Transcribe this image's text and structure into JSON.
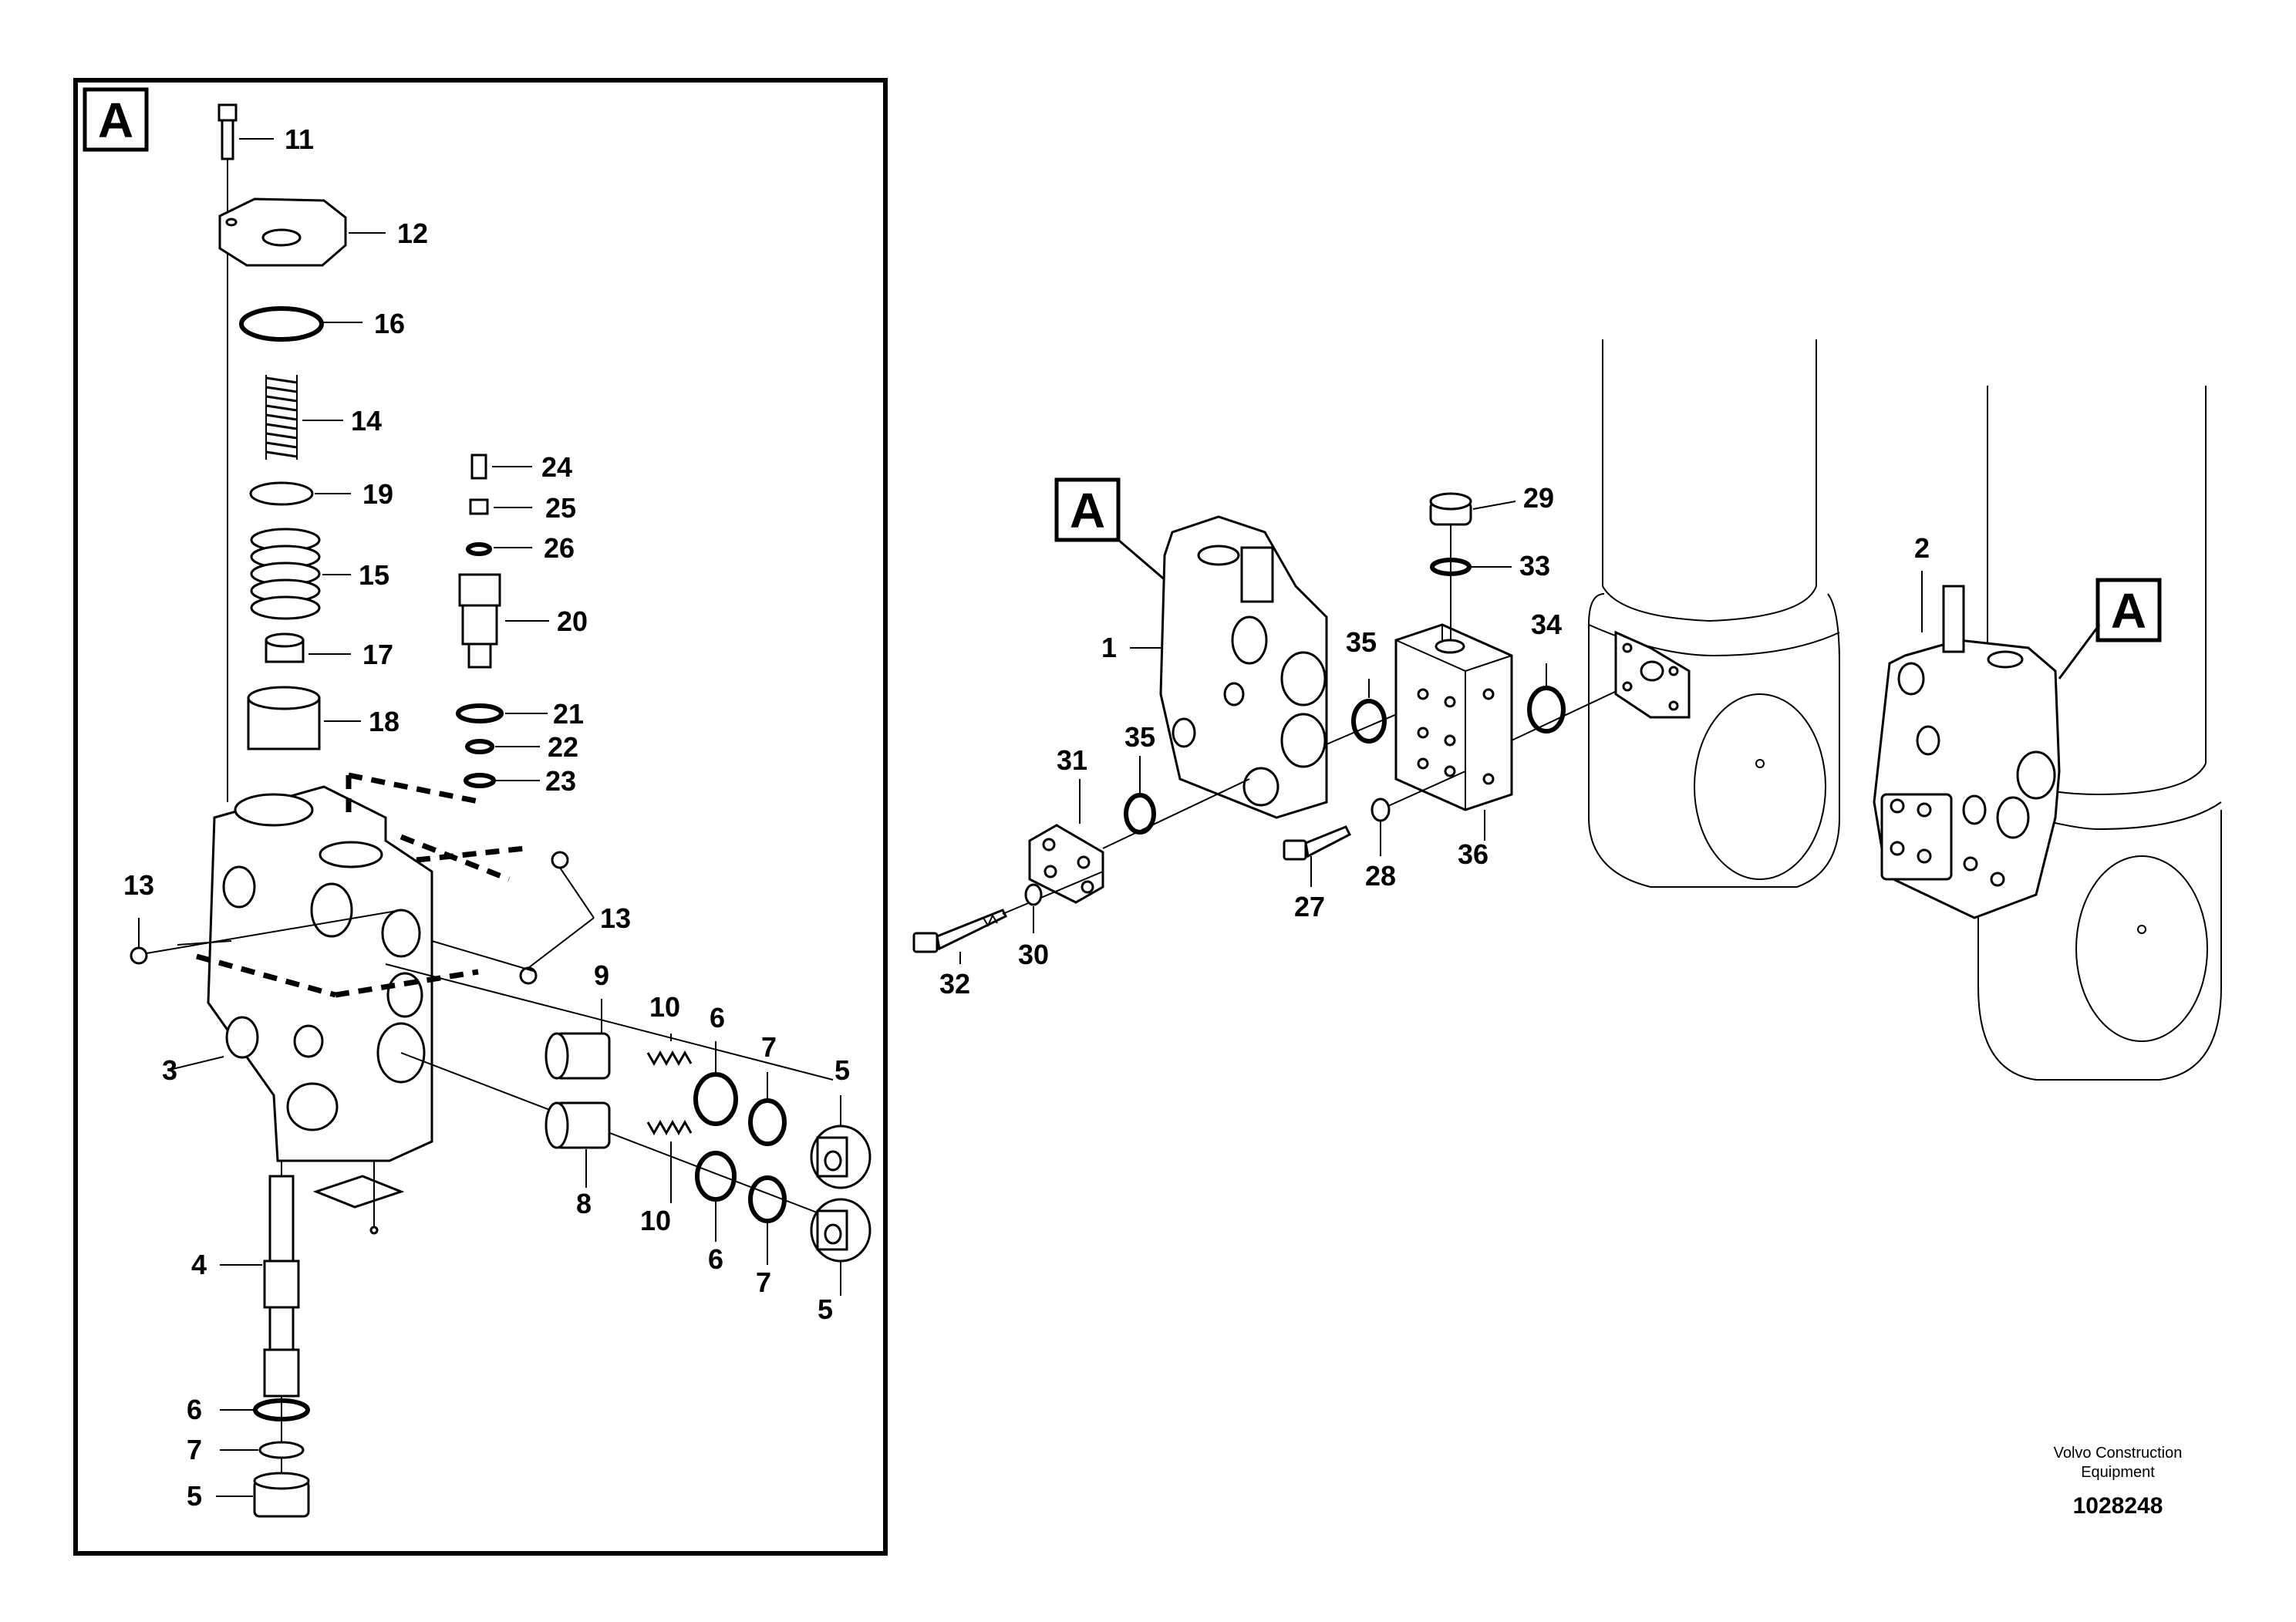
{
  "detail_tag": "A",
  "callouts": {
    "c1": "1",
    "c2": "2",
    "c3": "3",
    "c4": "4",
    "c5a": "5",
    "c5b": "5",
    "c5c": "5",
    "c6a": "6",
    "c6b": "6",
    "c6c": "6",
    "c7a": "7",
    "c7b": "7",
    "c7c": "7",
    "c8": "8",
    "c9": "9",
    "c10a": "10",
    "c10b": "10",
    "c11": "11",
    "c12": "12",
    "c13a": "13",
    "c13b": "13",
    "c14": "14",
    "c15": "15",
    "c16": "16",
    "c17": "17",
    "c18": "18",
    "c19": "19",
    "c20": "20",
    "c21": "21",
    "c22": "22",
    "c23": "23",
    "c24": "24",
    "c25": "25",
    "c26": "26",
    "c27": "27",
    "c28": "28",
    "c29": "29",
    "c30": "30",
    "c31": "31",
    "c32": "32",
    "c33": "33",
    "c34": "34",
    "c35a": "35",
    "c35b": "35",
    "c36": "36"
  },
  "footer": {
    "credit_line1": "Volvo Construction",
    "credit_line2": "Equipment",
    "drawing_number": "1028248"
  }
}
